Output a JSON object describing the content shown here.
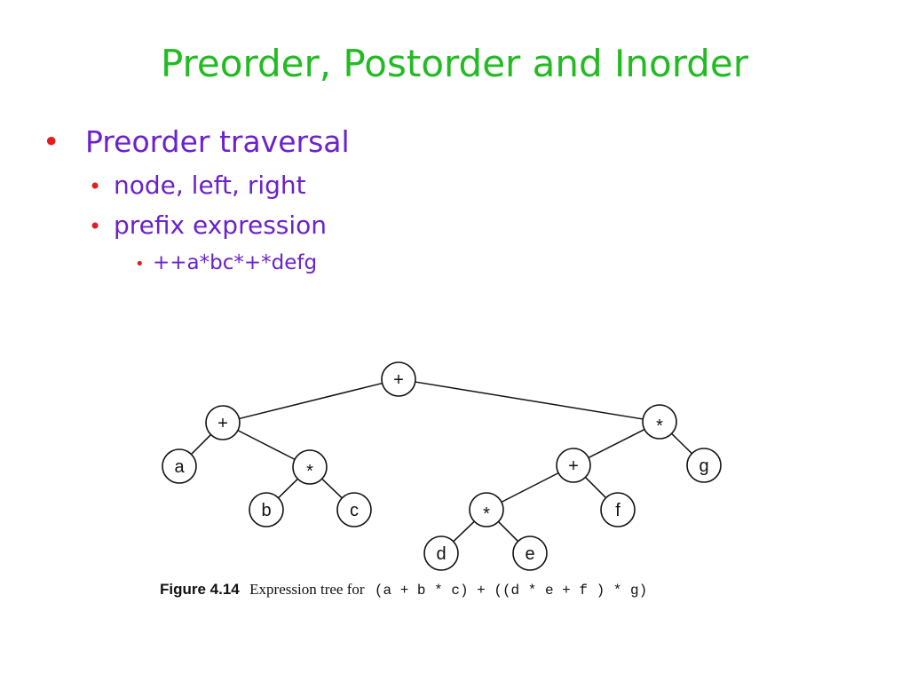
{
  "slide": {
    "title": "Preorder, Postorder and Inorder"
  },
  "bullets": {
    "level1": "Preorder traversal",
    "level2": [
      "node, left, right",
      "prefix expression"
    ],
    "level3": "++a*bc*+*defg"
  },
  "figure": {
    "caption_label": "Figure 4.14",
    "caption_text": "Expression tree for",
    "caption_expression": "(a + b * c) + ((d * e + f ) * g)",
    "nodes": [
      {
        "id": "root",
        "label": "+"
      },
      {
        "id": "n-left-plus",
        "label": "+"
      },
      {
        "id": "n-right-star",
        "label": "*"
      },
      {
        "id": "n-a",
        "label": "a"
      },
      {
        "id": "n-mid-star",
        "label": "*"
      },
      {
        "id": "n-b",
        "label": "b"
      },
      {
        "id": "n-c",
        "label": "c"
      },
      {
        "id": "n-inner-plus",
        "label": "+"
      },
      {
        "id": "n-g",
        "label": "g"
      },
      {
        "id": "n-inner-star",
        "label": "*"
      },
      {
        "id": "n-f",
        "label": "f"
      },
      {
        "id": "n-d",
        "label": "d"
      },
      {
        "id": "n-e",
        "label": "e"
      }
    ],
    "edges": [
      [
        "root",
        "n-left-plus"
      ],
      [
        "root",
        "n-right-star"
      ],
      [
        "n-left-plus",
        "n-a"
      ],
      [
        "n-left-plus",
        "n-mid-star"
      ],
      [
        "n-mid-star",
        "n-b"
      ],
      [
        "n-mid-star",
        "n-c"
      ],
      [
        "n-right-star",
        "n-inner-plus"
      ],
      [
        "n-right-star",
        "n-g"
      ],
      [
        "n-inner-plus",
        "n-inner-star"
      ],
      [
        "n-inner-plus",
        "n-f"
      ],
      [
        "n-inner-star",
        "n-d"
      ],
      [
        "n-inner-star",
        "n-e"
      ]
    ]
  },
  "colors": {
    "title": "#22bb22",
    "text": "#6b22cc",
    "bullet": "#e01e1e"
  }
}
